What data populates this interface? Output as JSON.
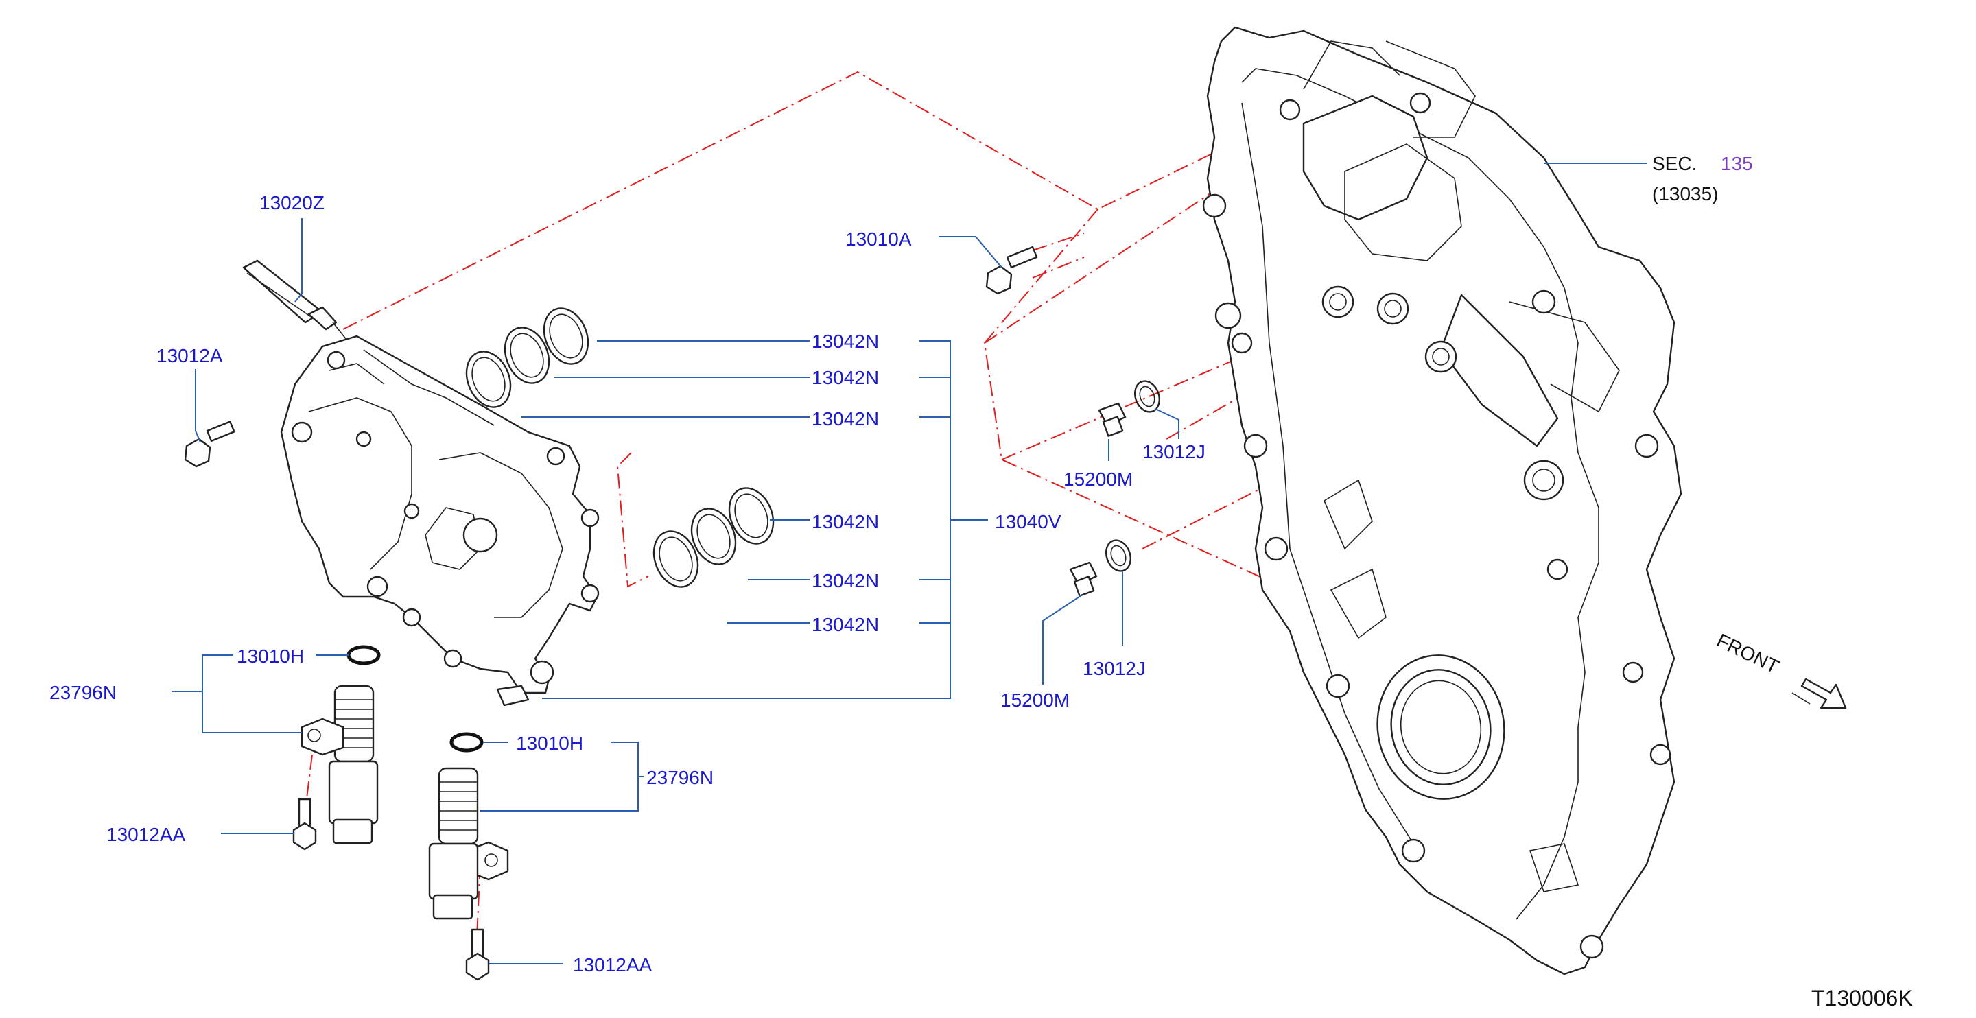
{
  "callouts": {
    "p13020Z": "13020Z",
    "p13012A": "13012A",
    "p13010A": "13010A",
    "p13042N_1": "13042N",
    "p13042N_2": "13042N",
    "p13042N_3": "13042N",
    "p13042N_4": "13042N",
    "p13042N_5": "13042N",
    "p13042N_6": "13042N",
    "p13040V": "13040V",
    "p13012J_1": "13012J",
    "p13012J_2": "13012J",
    "p15200M_1": "15200M",
    "p15200M_2": "15200M",
    "p13010H_1": "13010H",
    "p13010H_2": "13010H",
    "p23796N_1": "23796N",
    "p23796N_2": "23796N",
    "p13012AA_1": "13012AA",
    "p13012AA_2": "13012AA"
  },
  "section_ref": {
    "prefix": "SEC.",
    "number": "135",
    "sub": "(13035)"
  },
  "front_label": "FRONT",
  "diagram_code": "T130006K",
  "colors": {
    "label": "#1a1acc",
    "leader": "#2b5fb0",
    "phantom": "#e02020",
    "section_number": "#7a3fc2"
  }
}
